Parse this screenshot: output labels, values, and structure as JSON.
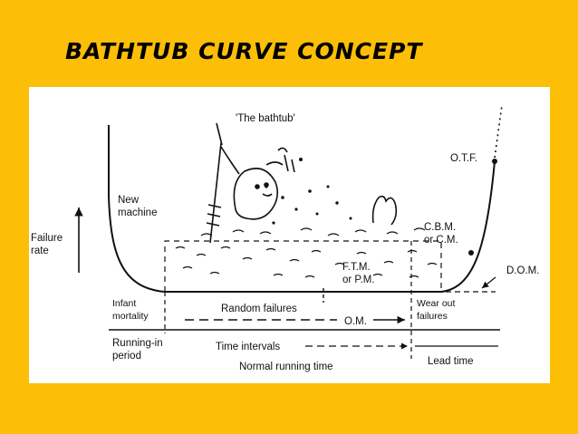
{
  "slide": {
    "title": "BATHTUB CURVE CONCEPT",
    "background_color": "#FDBE08",
    "panel_color": "#FFFFFF"
  },
  "diagram": {
    "caption": "'The bathtub'",
    "y_axis_label_line1": "Failure",
    "y_axis_label_line2": "rate",
    "new_machine_line1": "New",
    "new_machine_line2": "machine",
    "otf": "O.T.F.",
    "cbm_line1": "C.B.M.",
    "cbm_line2": "or C.M.",
    "dom": "D.O.M.",
    "ftm_line1": "F.T.M.",
    "ftm_line2": "or P.M.",
    "infant_line1": "Infant",
    "infant_line2": "mortality",
    "random_failures": "Random failures",
    "om": "O.M.",
    "wearout_line1": "Wear out",
    "wearout_line2": "failures",
    "running_in_line1": "Running-in",
    "running_in_line2": "period",
    "time_intervals": "Time intervals",
    "normal_running_time": "Normal running time",
    "lead_time": "Lead time"
  }
}
